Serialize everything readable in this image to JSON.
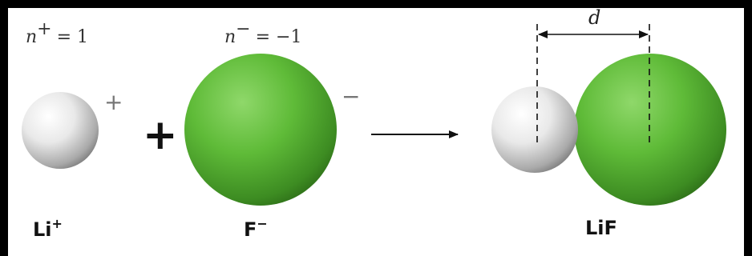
{
  "cation": {
    "n_symbol": "n",
    "n_sup": "+",
    "n_value": "= 1",
    "charge_sign": "+",
    "label": "Li",
    "label_sup": "+",
    "color": "#e6e6e6"
  },
  "operator": {
    "plus": "+"
  },
  "anion": {
    "n_symbol": "n",
    "n_sup": "−",
    "n_value": "= −1",
    "charge_sign": "−",
    "label": "F",
    "label_sup": "−",
    "color": "#66c23b"
  },
  "product": {
    "distance_symbol": "d",
    "label": "LiF"
  }
}
